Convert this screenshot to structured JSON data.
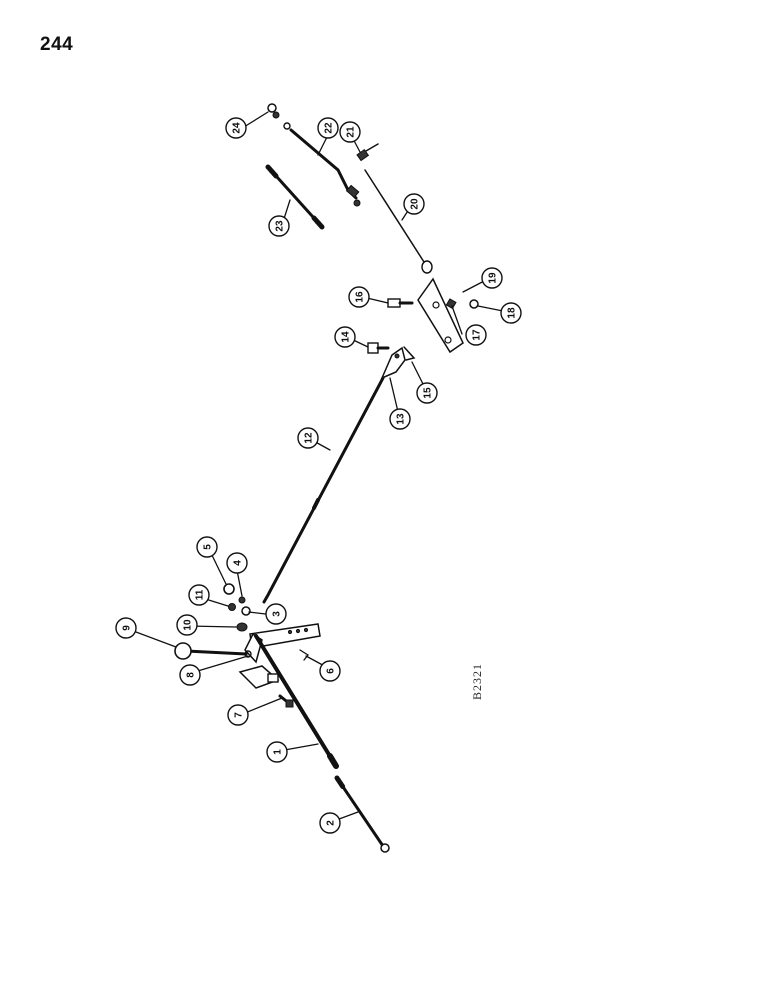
{
  "page": {
    "number": "244",
    "figure_code": "B2321"
  },
  "callouts": [
    {
      "label": "1"
    },
    {
      "label": "2"
    },
    {
      "label": "3"
    },
    {
      "label": "4"
    },
    {
      "label": "5"
    },
    {
      "label": "6"
    },
    {
      "label": "7"
    },
    {
      "label": "8"
    },
    {
      "label": "9"
    },
    {
      "label": "10"
    },
    {
      "label": "11"
    },
    {
      "label": "12"
    },
    {
      "label": "13"
    },
    {
      "label": "14"
    },
    {
      "label": "15"
    },
    {
      "label": "16"
    },
    {
      "label": "17"
    },
    {
      "label": "18"
    },
    {
      "label": "19"
    },
    {
      "label": "20"
    },
    {
      "label": "21"
    },
    {
      "label": "22"
    },
    {
      "label": "23"
    },
    {
      "label": "24"
    }
  ],
  "colors": {
    "ink": "#111111",
    "paper": "#ffffff"
  }
}
